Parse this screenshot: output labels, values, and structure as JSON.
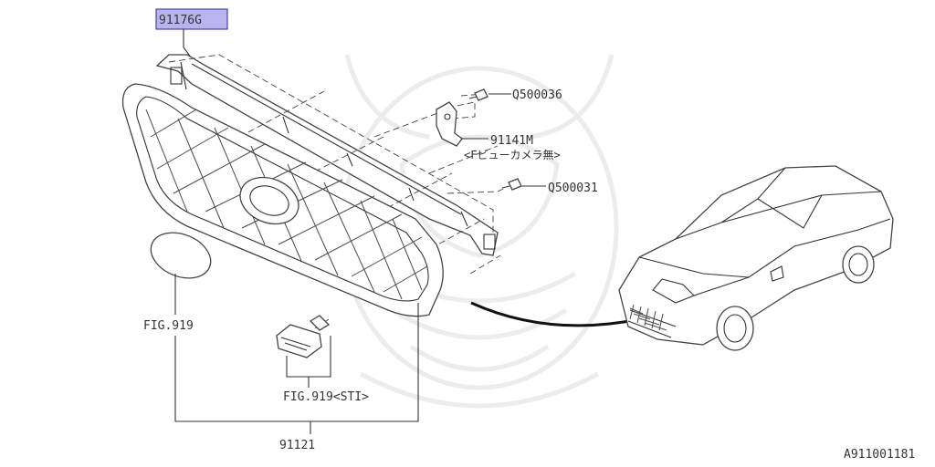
{
  "diagram": {
    "part_numbers": {
      "highlighted": "91176G",
      "clip_top": "Q500036",
      "bracket": "91141M",
      "bracket_note": "<Fビューカメラ無>",
      "clip_mid": "Q500031",
      "emblem_ref": "FIG.919",
      "sti_ref": "FIG.919<STI>",
      "grille_assembly": "91121"
    },
    "figure_code": "A911001181",
    "highlight_color": "#b9b4ee",
    "arrow_color": "#111111",
    "watermark": "samurai-helmet-watermark"
  }
}
